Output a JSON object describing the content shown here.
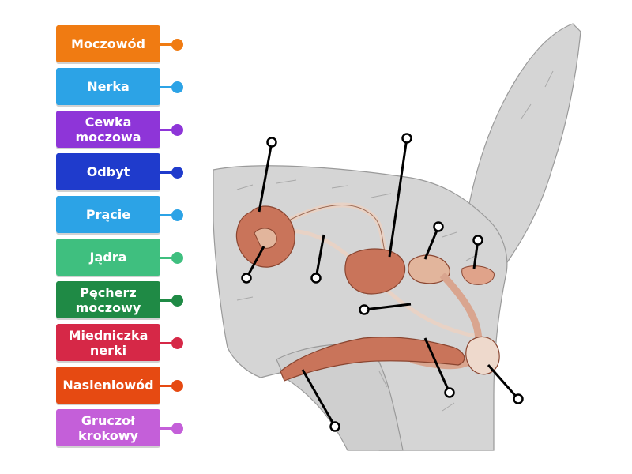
{
  "labels": [
    {
      "text": "Moczowód",
      "color": "#f07b12"
    },
    {
      "text": "Nerka",
      "color": "#2ca3e6"
    },
    {
      "text": "Cewka moczowa",
      "color": "#8e35d8"
    },
    {
      "text": "Odbyt",
      "color": "#1f3bcc"
    },
    {
      "text": "Prącie",
      "color": "#2ca3e6"
    },
    {
      "text": "Jądra",
      "color": "#3fbf7f"
    },
    {
      "text": "Pęcherz moczowy",
      "color": "#1f8a45"
    },
    {
      "text": "Miedniczka nerki",
      "color": "#d62847"
    },
    {
      "text": "Nasieniowód",
      "color": "#e64a12"
    },
    {
      "text": "Gruczoł krokowy",
      "color": "#c45fd9"
    }
  ],
  "colors": {
    "fur": "#d5d5d5",
    "fur_stroke": "#9a9a9a",
    "organ": "#c9745a",
    "organ_light": "#e2b59c",
    "pin": "#000000"
  }
}
